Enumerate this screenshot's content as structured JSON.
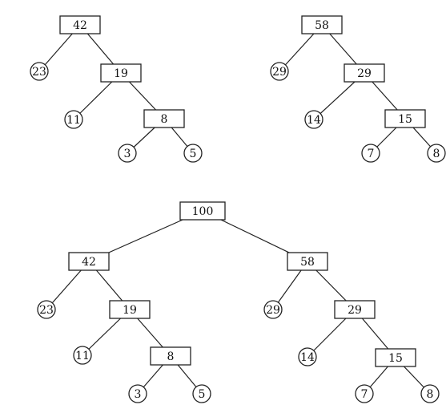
{
  "trees": [
    {
      "nodes": [
        {
          "id": "a42",
          "label": "42",
          "shape": "box"
        },
        {
          "id": "a23",
          "label": "23",
          "shape": "circle"
        },
        {
          "id": "a19",
          "label": "19",
          "shape": "box"
        },
        {
          "id": "a11",
          "label": "11",
          "shape": "circle"
        },
        {
          "id": "a8",
          "label": "8",
          "shape": "box"
        },
        {
          "id": "a3",
          "label": "3",
          "shape": "circle"
        },
        {
          "id": "a5",
          "label": "5",
          "shape": "circle"
        }
      ],
      "edges": [
        [
          "a42",
          "a23"
        ],
        [
          "a42",
          "a19"
        ],
        [
          "a19",
          "a11"
        ],
        [
          "a19",
          "a8"
        ],
        [
          "a8",
          "a3"
        ],
        [
          "a8",
          "a5"
        ]
      ]
    },
    {
      "nodes": [
        {
          "id": "b58",
          "label": "58",
          "shape": "box"
        },
        {
          "id": "b29c",
          "label": "29",
          "shape": "circle"
        },
        {
          "id": "b29",
          "label": "29",
          "shape": "box"
        },
        {
          "id": "b14",
          "label": "14",
          "shape": "circle"
        },
        {
          "id": "b15",
          "label": "15",
          "shape": "box"
        },
        {
          "id": "b7",
          "label": "7",
          "shape": "circle"
        },
        {
          "id": "b8",
          "label": "8",
          "shape": "circle"
        }
      ],
      "edges": [
        [
          "b58",
          "b29c"
        ],
        [
          "b58",
          "b29"
        ],
        [
          "b29",
          "b14"
        ],
        [
          "b29",
          "b15"
        ],
        [
          "b15",
          "b7"
        ],
        [
          "b15",
          "b8"
        ]
      ]
    },
    {
      "nodes": [
        {
          "id": "c100",
          "label": "100",
          "shape": "box"
        },
        {
          "id": "c42",
          "label": "42",
          "shape": "box"
        },
        {
          "id": "c58",
          "label": "58",
          "shape": "box"
        },
        {
          "id": "c23",
          "label": "23",
          "shape": "circle"
        },
        {
          "id": "c19",
          "label": "19",
          "shape": "box"
        },
        {
          "id": "c11",
          "label": "11",
          "shape": "circle"
        },
        {
          "id": "c8",
          "label": "8",
          "shape": "box"
        },
        {
          "id": "c3",
          "label": "3",
          "shape": "circle"
        },
        {
          "id": "c5",
          "label": "5",
          "shape": "circle"
        },
        {
          "id": "c29c",
          "label": "29",
          "shape": "circle"
        },
        {
          "id": "c29",
          "label": "29",
          "shape": "box"
        },
        {
          "id": "c14",
          "label": "14",
          "shape": "circle"
        },
        {
          "id": "c15",
          "label": "15",
          "shape": "box"
        },
        {
          "id": "c7",
          "label": "7",
          "shape": "circle"
        },
        {
          "id": "c8b",
          "label": "8",
          "shape": "circle"
        }
      ],
      "edges": [
        [
          "c100",
          "c42"
        ],
        [
          "c100",
          "c58"
        ],
        [
          "c42",
          "c23"
        ],
        [
          "c42",
          "c19"
        ],
        [
          "c19",
          "c11"
        ],
        [
          "c19",
          "c8"
        ],
        [
          "c8",
          "c3"
        ],
        [
          "c8",
          "c5"
        ],
        [
          "c58",
          "c29c"
        ],
        [
          "c58",
          "c29"
        ],
        [
          "c29",
          "c14"
        ],
        [
          "c29",
          "c15"
        ],
        [
          "c15",
          "c7"
        ],
        [
          "c15",
          "c8b"
        ]
      ]
    }
  ]
}
